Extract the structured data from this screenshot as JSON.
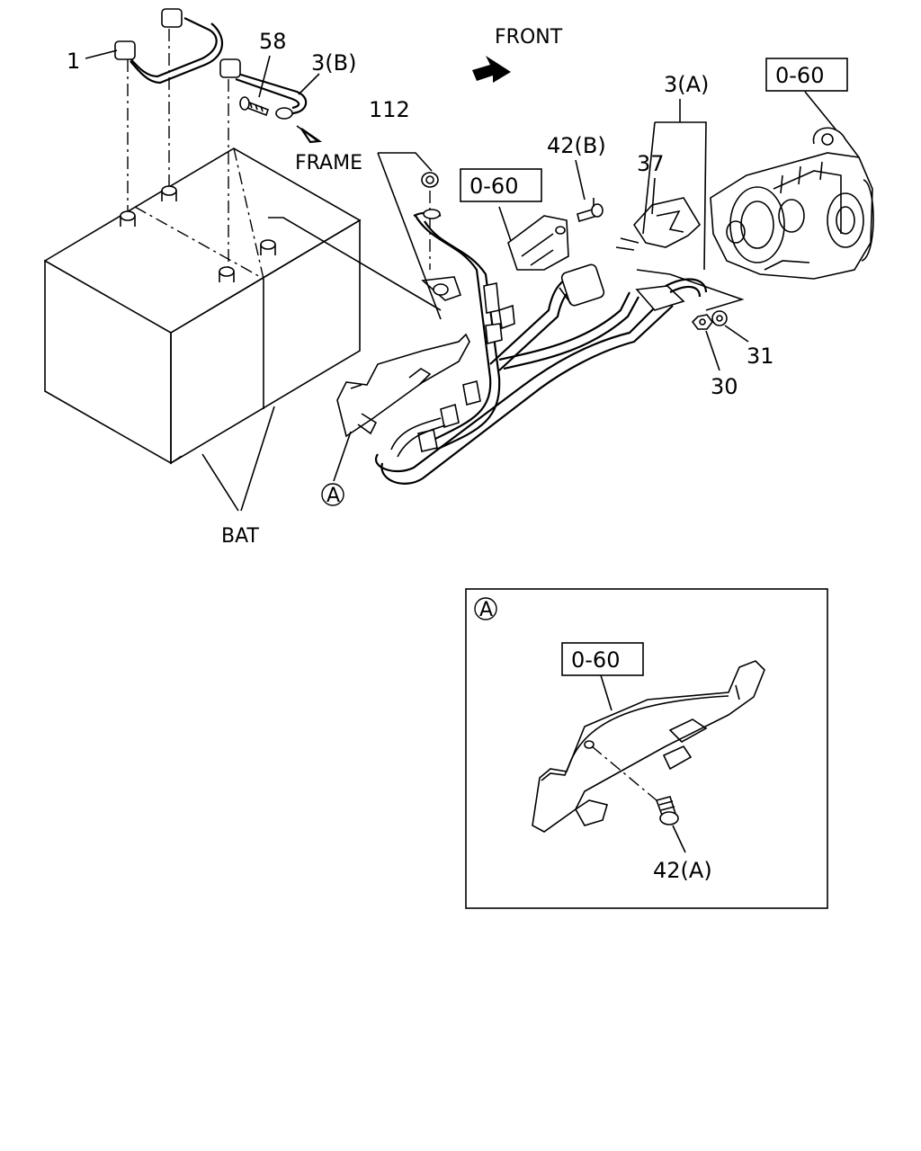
{
  "labels": {
    "front": "FRONT",
    "frame": "FRAME",
    "bat": "BAT",
    "p1": "1",
    "p58": "58",
    "p3b": "3(B)",
    "p112": "112",
    "p42b": "42(B)",
    "p3a": "3(A)",
    "p37": "37",
    "p31": "31",
    "p30": "30",
    "p42a": "42(A)"
  },
  "references": {
    "top_right": "0-60",
    "bracket_mid": "0-60",
    "detail": "0-60"
  },
  "detail_markers": {
    "main": "A",
    "inset": "A"
  }
}
